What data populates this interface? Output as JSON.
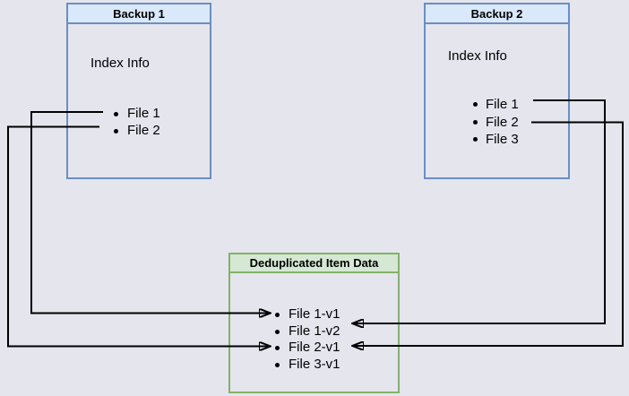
{
  "colors": {
    "page_bg": "#e5e5ee",
    "blue_border": "#6c8ebf",
    "blue_fill": "#dae8fc",
    "green_border": "#82b366",
    "green_fill": "#d5e8d4",
    "line": "#000000"
  },
  "backup1": {
    "title": "Backup 1",
    "subtitle": "Index Info",
    "files": [
      "File 1",
      "File 2"
    ]
  },
  "backup2": {
    "title": "Backup 2",
    "subtitle": "Index Info",
    "files": [
      "File 1",
      "File 2",
      "File 3"
    ]
  },
  "dedup": {
    "title": "Deduplicated Item Data",
    "items": [
      "File 1-v1",
      "File 1-v2",
      "File 2-v1",
      "File 3-v1"
    ]
  },
  "connections": [
    {
      "from": "Backup 1 / File 1",
      "to": "Deduplicated Item Data / File 1-v1"
    },
    {
      "from": "Backup 1 / File 2",
      "to": "Deduplicated Item Data / File 2-v1"
    },
    {
      "from": "Backup 2 / File 1",
      "to": "Deduplicated Item Data / File 1-v2"
    },
    {
      "from": "Backup 2 / File 2",
      "to": "Deduplicated Item Data / File 2-v1"
    }
  ]
}
